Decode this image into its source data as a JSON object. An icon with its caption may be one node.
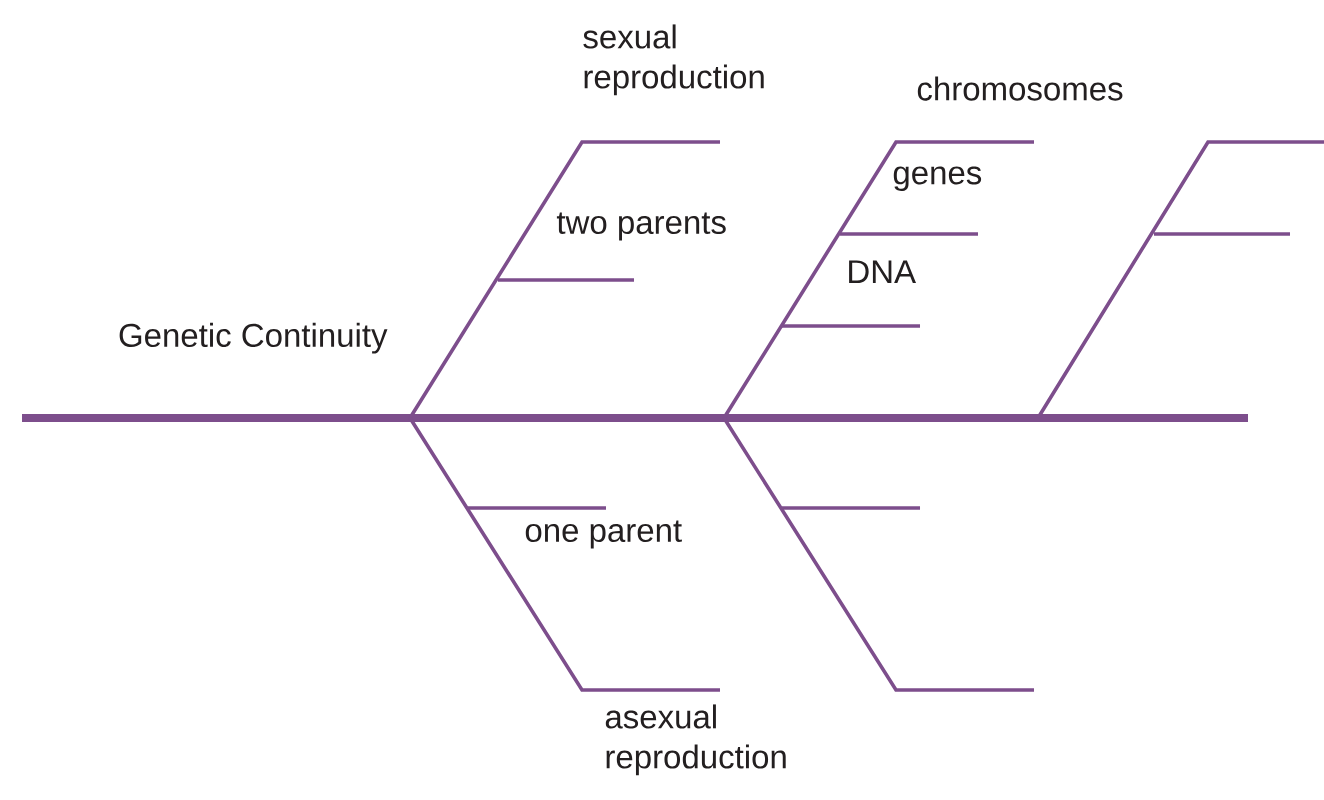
{
  "diagram": {
    "labels": [
      "sexual reproduction",
      "chromosomes",
      "genes",
      "two parents",
      "DNA",
      "Genetic Continuity",
      "one parent",
      "asexual reproduction"
    ]
  }
}
